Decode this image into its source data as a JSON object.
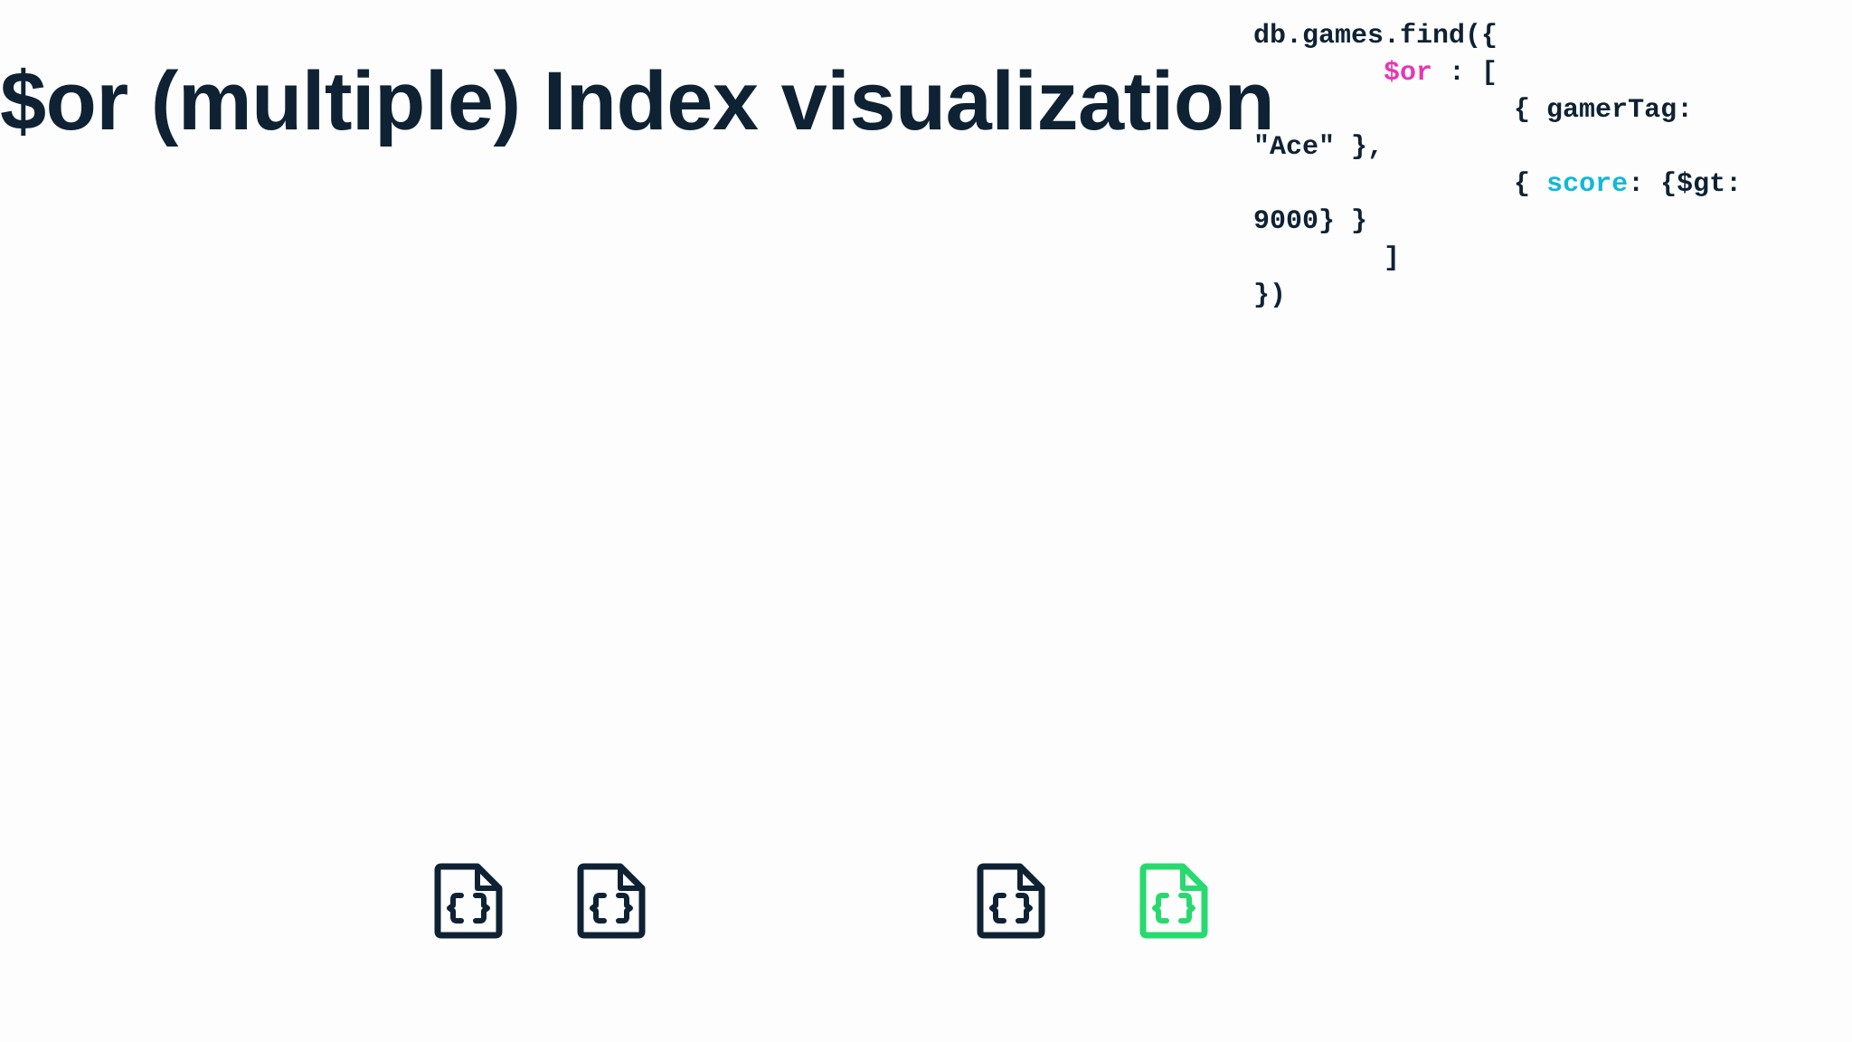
{
  "title": "$or (multiple) Index visualization",
  "code": {
    "lines": [
      {
        "parts": [
          "db.games.find({"
        ]
      },
      {
        "parts": [
          "        ",
          "$or",
          " : ["
        ]
      },
      {
        "parts": [
          "                { gamerTag:"
        ]
      },
      {
        "parts": [
          "\"Ace\" },"
        ]
      },
      {
        "parts": [
          "                { ",
          "score",
          ": {$gt:"
        ]
      },
      {
        "parts": [
          "9000} }"
        ]
      },
      {
        "parts": [
          "        ]"
        ]
      },
      {
        "parts": [
          "})"
        ]
      }
    ]
  },
  "documents": [
    {
      "icon": "json-document-icon",
      "state": "normal"
    },
    {
      "icon": "json-document-icon",
      "state": "normal"
    },
    {
      "icon": "json-document-icon",
      "state": "normal"
    },
    {
      "icon": "json-document-icon",
      "state": "matched"
    }
  ],
  "colors": {
    "title": "#0e2234",
    "operator": "#e637b4",
    "field_highlight": "#13b8d6",
    "document_default": "#0e2234",
    "document_matched": "#28d96f"
  }
}
